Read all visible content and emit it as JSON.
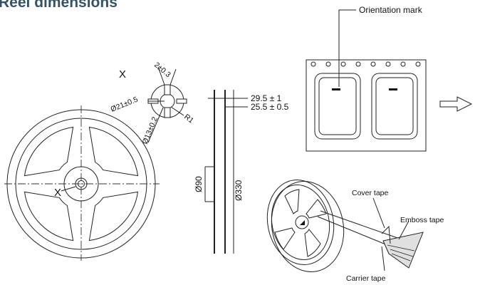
{
  "heading": "Reel dimensions",
  "detail_label": "X",
  "reel_center_label": "X",
  "hub_dims": {
    "slot_width": "2±0.3",
    "arbor_diameter": "Ø21±0.5",
    "spindle_hole": "Ø13±0.2",
    "radius": "R1"
  },
  "side_dims": {
    "outer_width": "29.5 ± 1",
    "inner_width": "25.5 ± 0.5",
    "hub_diameter": "Ø90",
    "reel_diameter": "Ø330"
  },
  "tape_labels": {
    "orientation": "Orientation mark",
    "cover": "Cover tape",
    "emboss": "Emboss tape",
    "carrier": "Carrier tape"
  }
}
